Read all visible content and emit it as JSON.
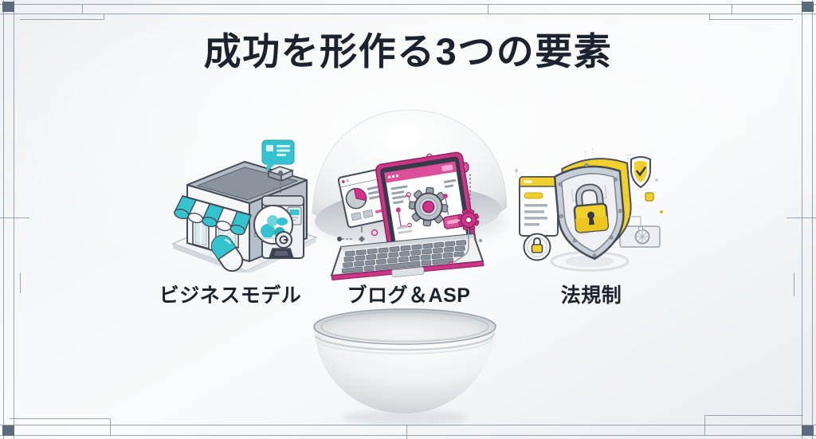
{
  "page": {
    "title": "成功を形作る3つの要素"
  },
  "items": [
    {
      "label": "ビジネスモデル",
      "icon": "storefront-gacha-icon",
      "accent_color": "#35c3d0"
    },
    {
      "label": "ブログ＆ASP",
      "icon": "laptop-gear-icon",
      "accent_color": "#ce3487"
    },
    {
      "label": "法規制",
      "icon": "shield-lock-icon",
      "accent_color": "#f1d02c"
    }
  ],
  "colors": {
    "title_text": "#1d232e",
    "frame_line": "#7c8998",
    "frame_corner": "#5b6a7c",
    "capsule": "#ffffff"
  }
}
